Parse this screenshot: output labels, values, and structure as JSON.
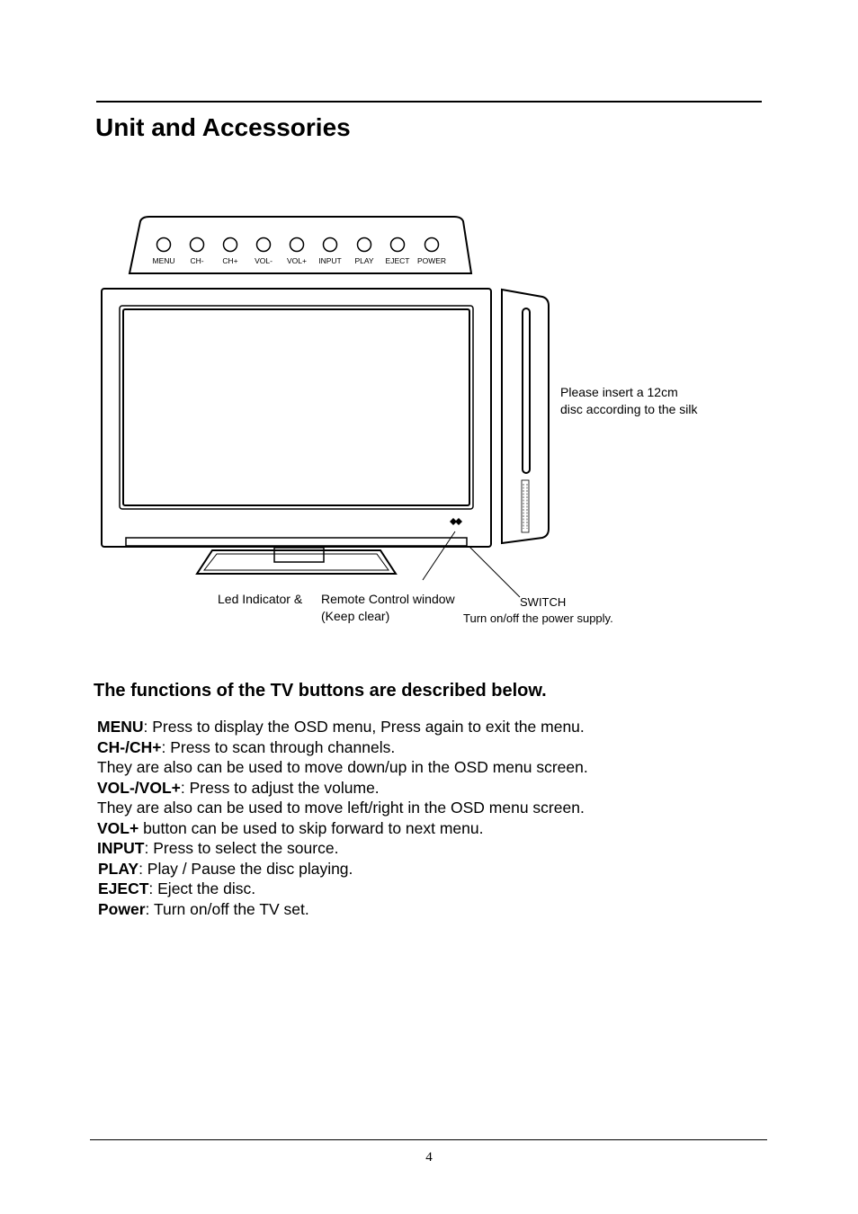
{
  "header": {
    "title": "Unit and Accessories"
  },
  "diagram": {
    "button_labels": [
      "MENU",
      "CH-",
      "CH+",
      "VOL-",
      "VOL+",
      "INPUT",
      "PLAY",
      "EJECT",
      "POWER"
    ],
    "disc_note": [
      "Please insert a 12cm",
      "disc according to the silk"
    ],
    "led_label": "Led Indicator &",
    "remote_label": [
      "Remote Control window",
      "(Keep clear)"
    ],
    "switch_label": "SWITCH",
    "switch_desc": "Turn on/off the power supply."
  },
  "section": {
    "heading": "The functions of the TV buttons are described below.",
    "lines": [
      {
        "bold": "MENU",
        "text": ": Press to display the OSD menu, Press again to exit the menu."
      },
      {
        "bold": "CH-/CH+",
        "text": ": Press to scan through channels."
      },
      {
        "bold": "",
        "text": "They are also can be used to move down/up in the OSD menu screen."
      },
      {
        "bold": "VOL-/VOL+",
        "text": ": Press to adjust the volume."
      },
      {
        "bold": "",
        "text": "They are also can be used to move left/right in the OSD menu screen."
      },
      {
        "bold": "VOL+",
        "text": " button can be used to skip forward to next menu."
      },
      {
        "bold": "INPUT",
        "text": ": Press to select the source."
      },
      {
        "bold": "PLAY",
        "text": ": Play / Pause the disc playing."
      },
      {
        "bold": "EJECT",
        "text": ": Eject the disc."
      },
      {
        "bold": "Power",
        "text": ": Turn on/off the TV set."
      }
    ]
  },
  "footer": {
    "page_number": "4"
  }
}
